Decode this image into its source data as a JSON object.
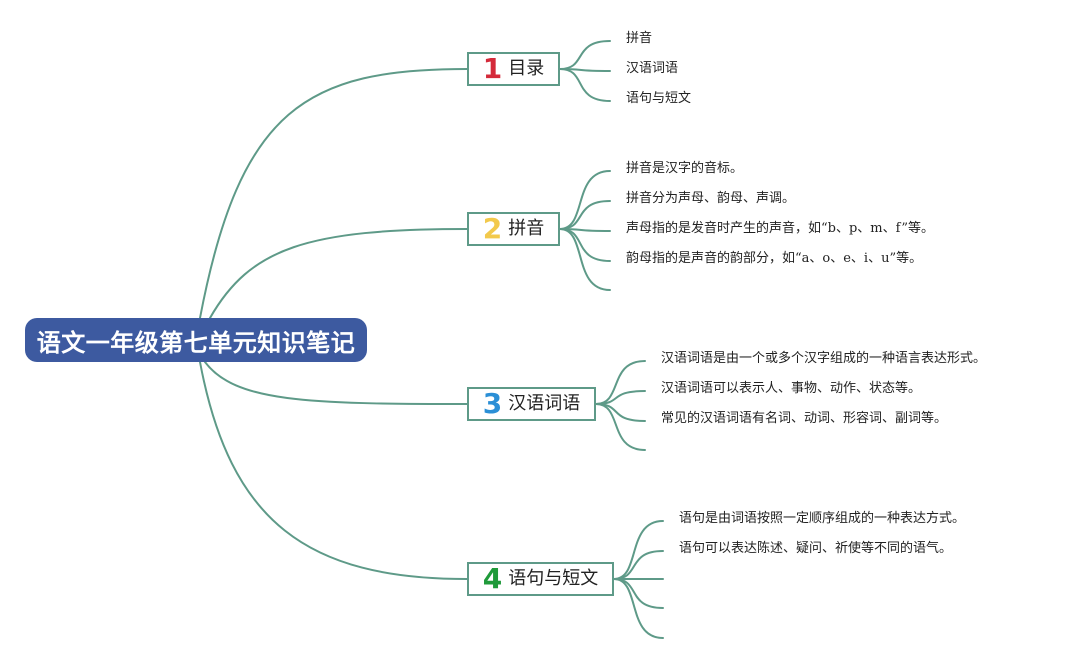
{
  "root": {
    "title": "语文一年级第七单元知识笔记",
    "color": "#3d5aa0"
  },
  "branches": [
    {
      "num": "1",
      "label": "目录",
      "num_color": "#d42a3a",
      "leaves": [
        "拼音",
        "汉语词语",
        "语句与短文"
      ]
    },
    {
      "num": "2",
      "label": "拼音",
      "num_color": "#f2c94c",
      "leaves": [
        "拼音是汉字的音标。",
        "拼音分为声母、韵母、声调。",
        "声母指的是发音时产生的声音，如“b、p、m、f”等。",
        "韵母指的是声音的韵部分，如“a、o、e、i、u”等。",
        ""
      ]
    },
    {
      "num": "3",
      "label": "汉语词语",
      "num_color": "#2b8fd6",
      "leaves": [
        "汉语词语是由一个或多个汉字组成的一种语言表达形式。",
        "汉语词语可以表示人、事物、动作、状态等。",
        "常见的汉语词语有名词、动词、形容词、副词等。",
        ""
      ]
    },
    {
      "num": "4",
      "label": "语句与短文",
      "num_color": "#1f9a3a",
      "leaves": [
        "语句是由词语按照一定顺序组成的一种表达方式。",
        "语句可以表达陈述、疑问、祈使等不同的语气。",
        "",
        "",
        ""
      ]
    }
  ]
}
